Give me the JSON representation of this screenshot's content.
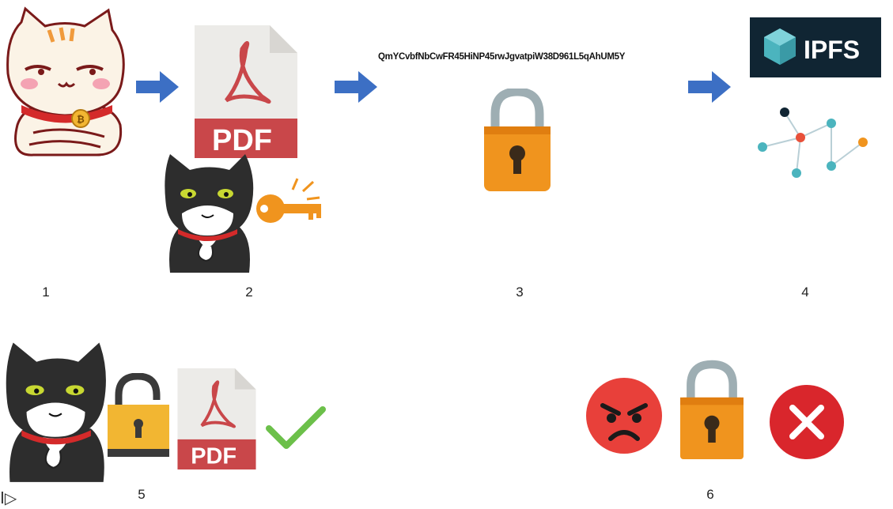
{
  "steps": {
    "s1": "1",
    "s2": "2",
    "s3": "3",
    "s4": "4",
    "s5": "5",
    "s6": "6"
  },
  "hash_text": "QmYCvbfNbCwFR45HiNP45rwJgvatpiW38D961L5qAhUM5Y",
  "pdf_label": "PDF",
  "ipfs_label": "IPFS",
  "player_control": "I▷",
  "colors": {
    "arrow": "#3c6fc4",
    "pdf_red": "#c9474a",
    "lock_orange": "#f0941e",
    "ipfs_bg": "#102533",
    "ipfs_cube": "#4bb4be",
    "check_green": "#6cc04a",
    "angry_red": "#e8403a"
  }
}
